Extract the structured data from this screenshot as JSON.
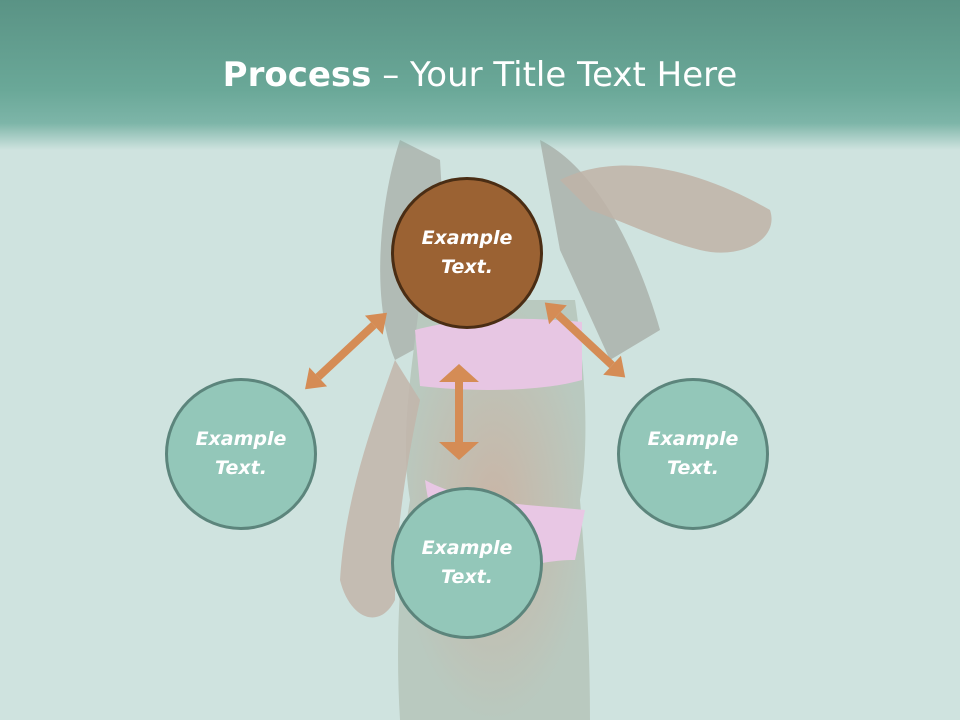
{
  "title": {
    "bold": "Process",
    "dash": "–",
    "rest": "Your Title Text Here"
  },
  "nodes": [
    {
      "id": "top",
      "line1": "Example",
      "line2": "Text.",
      "fill": "#9b6233"
    },
    {
      "id": "left",
      "line1": "Example",
      "line2": "Text.",
      "fill": "#93c7b9"
    },
    {
      "id": "right",
      "line1": "Example",
      "line2": "Text.",
      "fill": "#93c7b9"
    },
    {
      "id": "bottom",
      "line1": "Example",
      "line2": "Text.",
      "fill": "#93c7b9"
    }
  ],
  "colors": {
    "header": "#6aa898",
    "arrow": "#d58c55",
    "background": "#cfe3df"
  }
}
